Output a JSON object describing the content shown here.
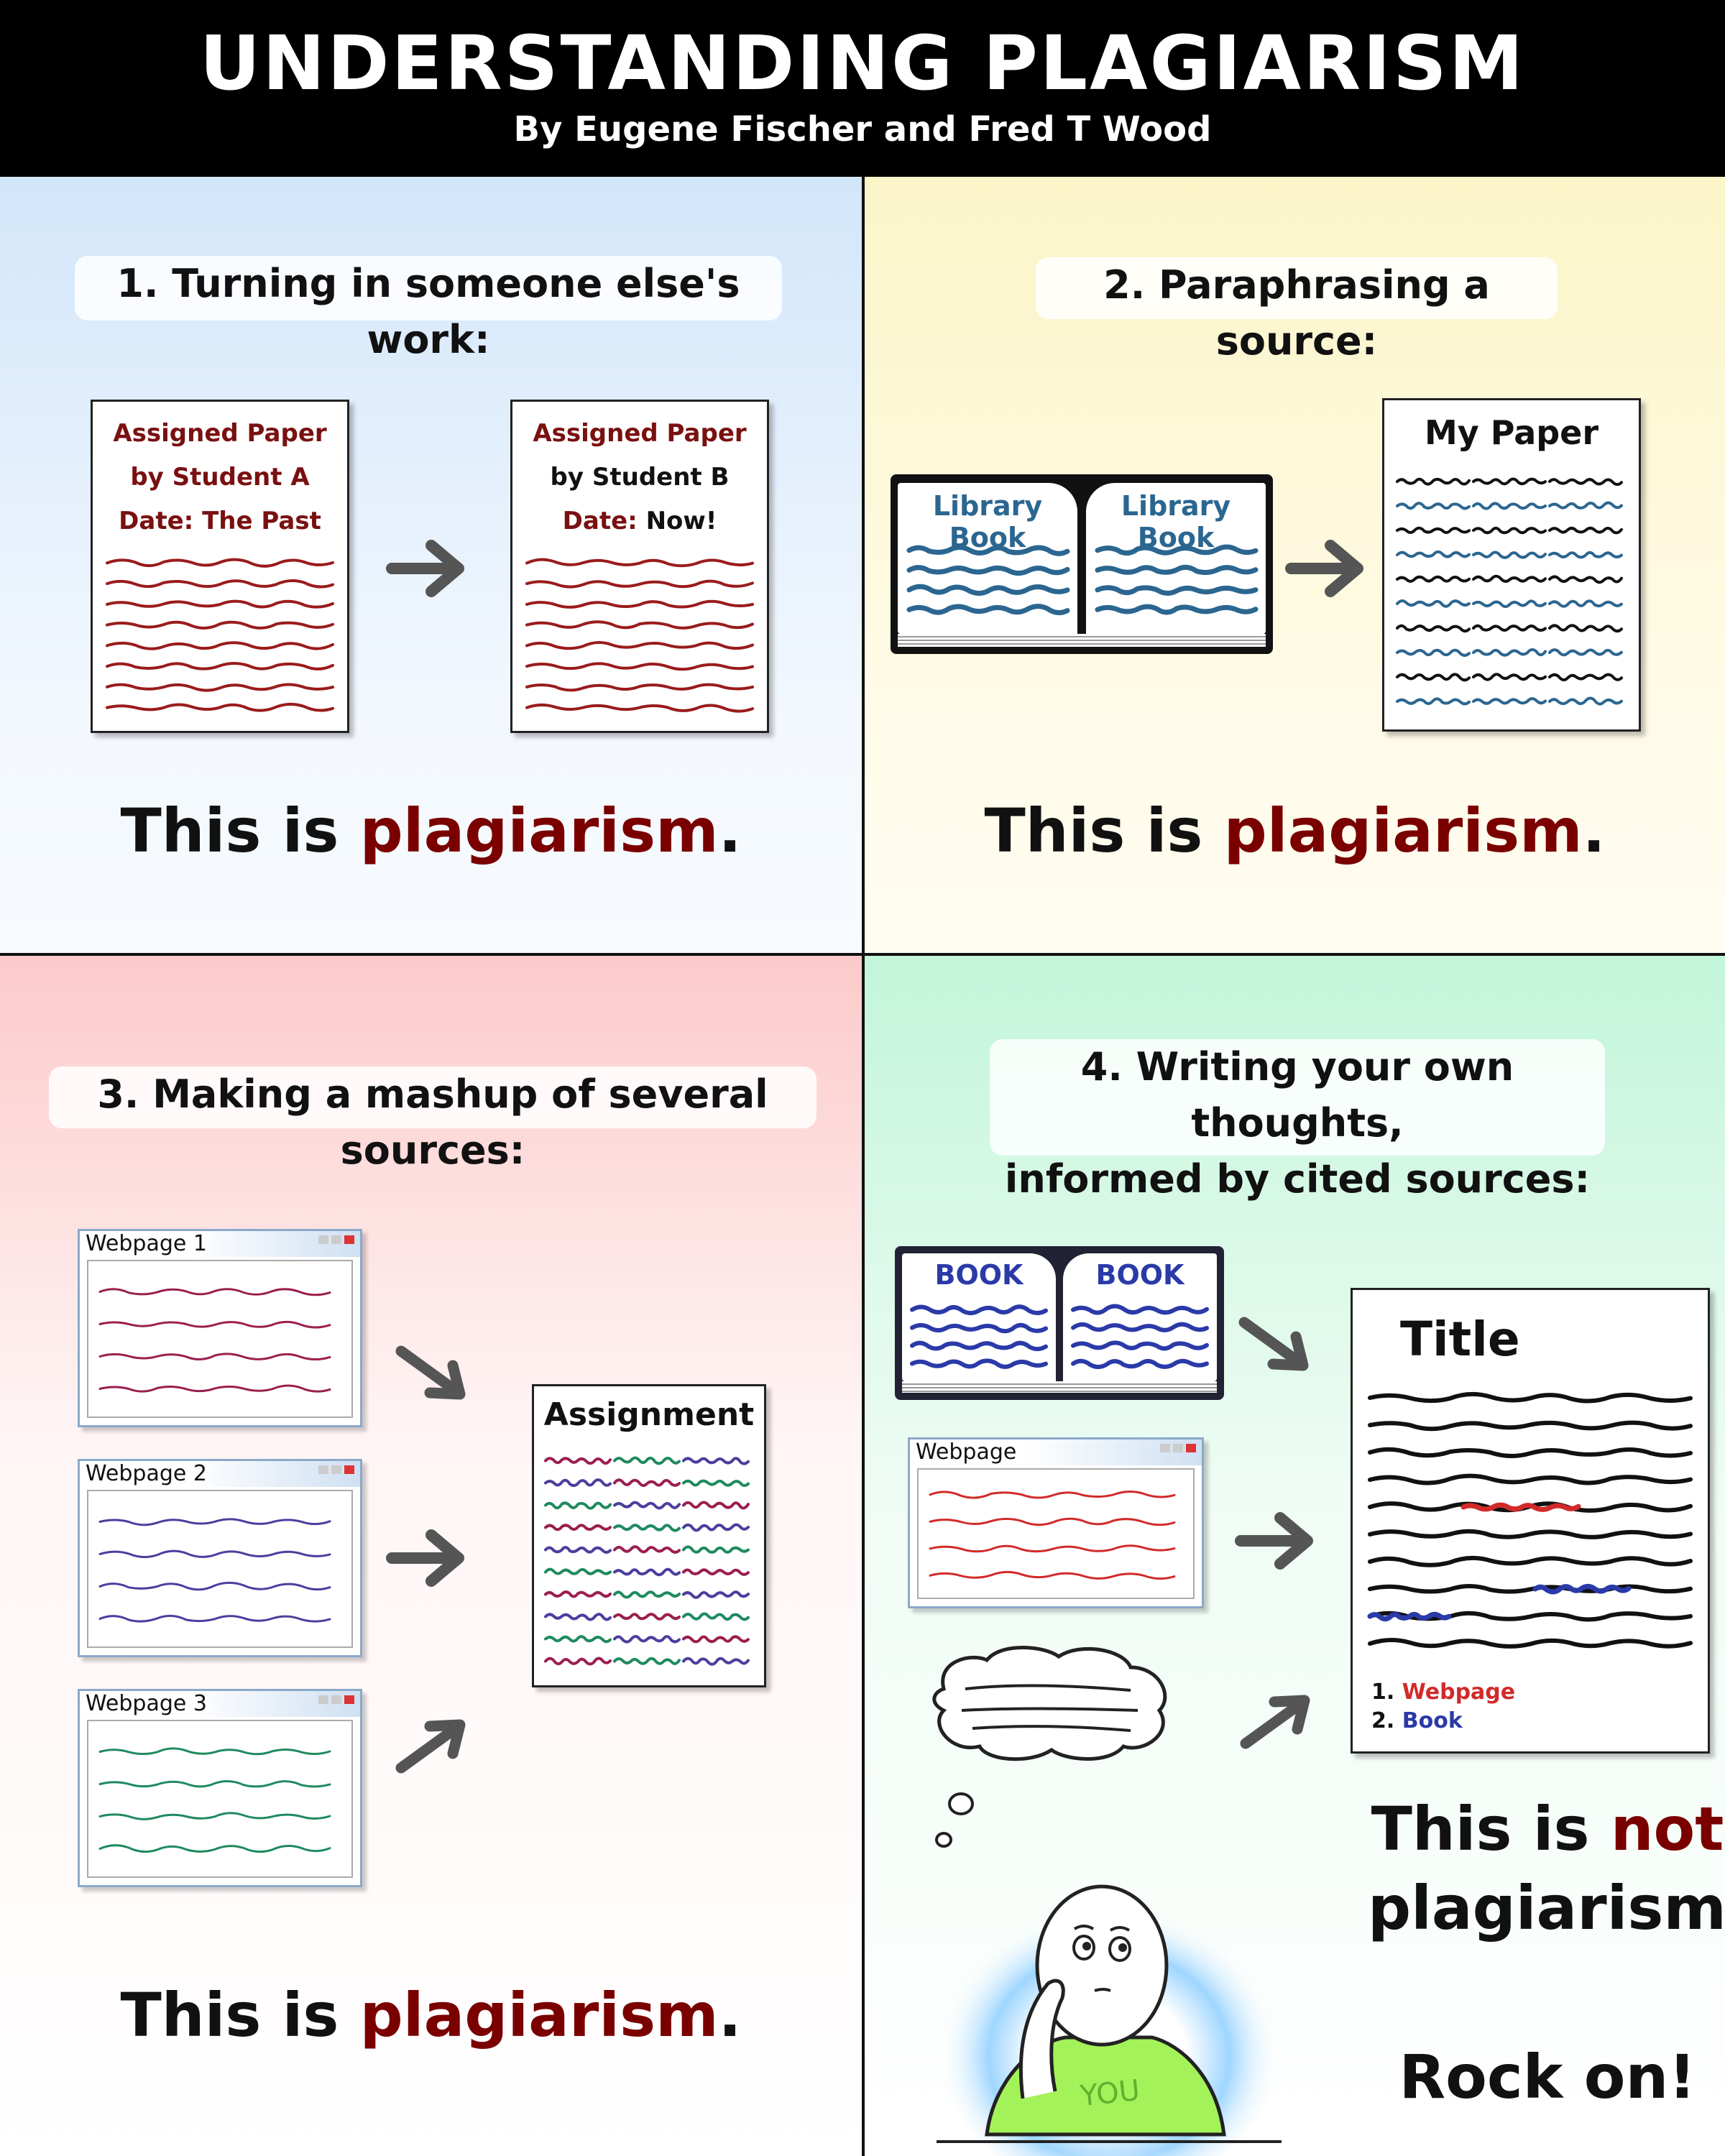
{
  "header": {
    "title": "UNDERSTANDING PLAGIARISM",
    "byline": "By Eugene Fischer and Fred T Wood"
  },
  "panel1": {
    "label": "1. Turning in someone else's work:",
    "paper_a": {
      "line1": "Assigned Paper",
      "line2": "by Student A",
      "line3": "Date: The Past"
    },
    "paper_b": {
      "line1": "Assigned Paper",
      "line2": "by Student B",
      "line3_label": "Date:",
      "line3_value": "Now!"
    },
    "verdict_prefix": "This is ",
    "verdict_highlight": "plagiarism",
    "verdict_suffix": "."
  },
  "panel2": {
    "label": "2. Paraphrasing a source:",
    "book_left": "Library Book",
    "book_right": "Library Book",
    "paper_title": "My Paper",
    "verdict_prefix": "This is ",
    "verdict_highlight": "plagiarism",
    "verdict_suffix": "."
  },
  "panel3": {
    "label": "3. Making a mashup of several sources:",
    "webpage1": "Webpage 1",
    "webpage2": "Webpage 2",
    "webpage3": "Webpage 3",
    "assignment_title": "Assignment",
    "verdict_prefix": "This is ",
    "verdict_highlight": "plagiarism",
    "verdict_suffix": "."
  },
  "panel4": {
    "label_line1": "4. Writing your own thoughts,",
    "label_line2": "informed by cited sources:",
    "book_left": "BOOK",
    "book_right": "BOOK",
    "webpage": "Webpage",
    "paper_title": "Title",
    "cite1_num": "1.",
    "cite1_text": "Webpage",
    "cite2_num": "2.",
    "cite2_text": "Book",
    "shirt": "YOU",
    "verdict_prefix": "This is ",
    "verdict_highlight": "not",
    "verdict_line2": "plagiarism!",
    "rock": "Rock on!"
  },
  "colors": {
    "plagiarism_red": "#7a0000",
    "student_text": "#7a1010",
    "library_blue": "#2b6690",
    "webpage1_line": "#9a1f4f",
    "webpage2_line": "#4a3f9e",
    "webpage3_line": "#1f8a5f",
    "cite_red": "#d22a2a",
    "cite_blue": "#2a3aa8",
    "shirt_green": "#a4f25a"
  }
}
